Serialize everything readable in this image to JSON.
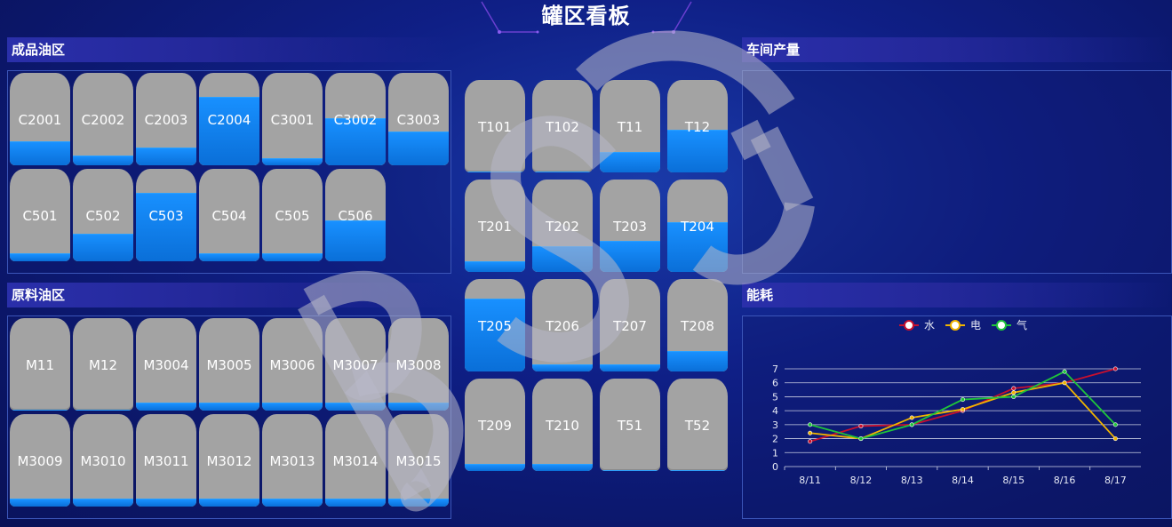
{
  "page": {
    "title": "罐区看板"
  },
  "sections": {
    "finished_oil": "成品油区",
    "raw_oil": "原料油区",
    "workshop_output": "车间产量",
    "energy": "能耗"
  },
  "tanks": {
    "finished": [
      {
        "label": "C2001",
        "level": 0.25
      },
      {
        "label": "C2002",
        "level": 0.1
      },
      {
        "label": "C2003",
        "level": 0.18
      },
      {
        "label": "C2004",
        "level": 0.73
      },
      {
        "label": "C3001",
        "level": 0.07
      },
      {
        "label": "C3002",
        "level": 0.5
      },
      {
        "label": "C3003",
        "level": 0.36
      },
      {
        "label": "C501",
        "level": 0.08
      },
      {
        "label": "C502",
        "level": 0.29
      },
      {
        "label": "C503",
        "level": 0.73
      },
      {
        "label": "C504",
        "level": 0.08
      },
      {
        "label": "C505",
        "level": 0.08
      },
      {
        "label": "C506",
        "level": 0.43
      }
    ],
    "middle": [
      {
        "label": "T101",
        "level": 0.0
      },
      {
        "label": "T102",
        "level": 0.0
      },
      {
        "label": "T11",
        "level": 0.21
      },
      {
        "label": "T12",
        "level": 0.45
      },
      {
        "label": "T201",
        "level": 0.11
      },
      {
        "label": "T202",
        "level": 0.27
      },
      {
        "label": "T203",
        "level": 0.33
      },
      {
        "label": "T204",
        "level": 0.53
      },
      {
        "label": "T205",
        "level": 0.78
      },
      {
        "label": "T206",
        "level": 0.07
      },
      {
        "label": "T207",
        "level": 0.07
      },
      {
        "label": "T208",
        "level": 0.21
      },
      {
        "label": "T209",
        "level": 0.07
      },
      {
        "label": "T210",
        "level": 0.07
      },
      {
        "label": "T51",
        "level": 0.0
      },
      {
        "label": "T52",
        "level": 0.0
      }
    ],
    "raw": [
      {
        "label": "M11",
        "level": 0.0
      },
      {
        "label": "M12",
        "level": 0.0
      },
      {
        "label": "M3004",
        "level": 0.08
      },
      {
        "label": "M3005",
        "level": 0.08
      },
      {
        "label": "M3006",
        "level": 0.08
      },
      {
        "label": "M3007",
        "level": 0.08
      },
      {
        "label": "M3008",
        "level": 0.08
      },
      {
        "label": "M3009",
        "level": 0.08
      },
      {
        "label": "M3010",
        "level": 0.08
      },
      {
        "label": "M3011",
        "level": 0.08
      },
      {
        "label": "M3012",
        "level": 0.08
      },
      {
        "label": "M3013",
        "level": 0.08
      },
      {
        "label": "M3014",
        "level": 0.08
      },
      {
        "label": "M3015",
        "level": 0.08
      }
    ]
  },
  "colors": {
    "tank_body": "#a3a3a3",
    "tank_fill": "#1890ff",
    "series_water": "#c8102e",
    "series_power": "#f0b400",
    "series_gas": "#1fc43a"
  },
  "chart_data": {
    "type": "line",
    "x": [
      "8/11",
      "8/12",
      "8/13",
      "8/14",
      "8/15",
      "8/16",
      "8/17"
    ],
    "series": [
      {
        "name": "水",
        "values": [
          1.8,
          2.9,
          3.0,
          4.0,
          5.6,
          6.0,
          7.0
        ]
      },
      {
        "name": "电",
        "values": [
          2.4,
          2.0,
          3.5,
          4.1,
          5.3,
          6.0,
          2.0
        ]
      },
      {
        "name": "气",
        "values": [
          3.0,
          2.0,
          3.0,
          4.8,
          5.0,
          6.8,
          3.0
        ]
      }
    ],
    "ylim": [
      0,
      7
    ],
    "yticks": [
      "0",
      "1",
      "2",
      "3",
      "4",
      "5",
      "6",
      "7"
    ],
    "grid": true,
    "legend": "top-center"
  }
}
